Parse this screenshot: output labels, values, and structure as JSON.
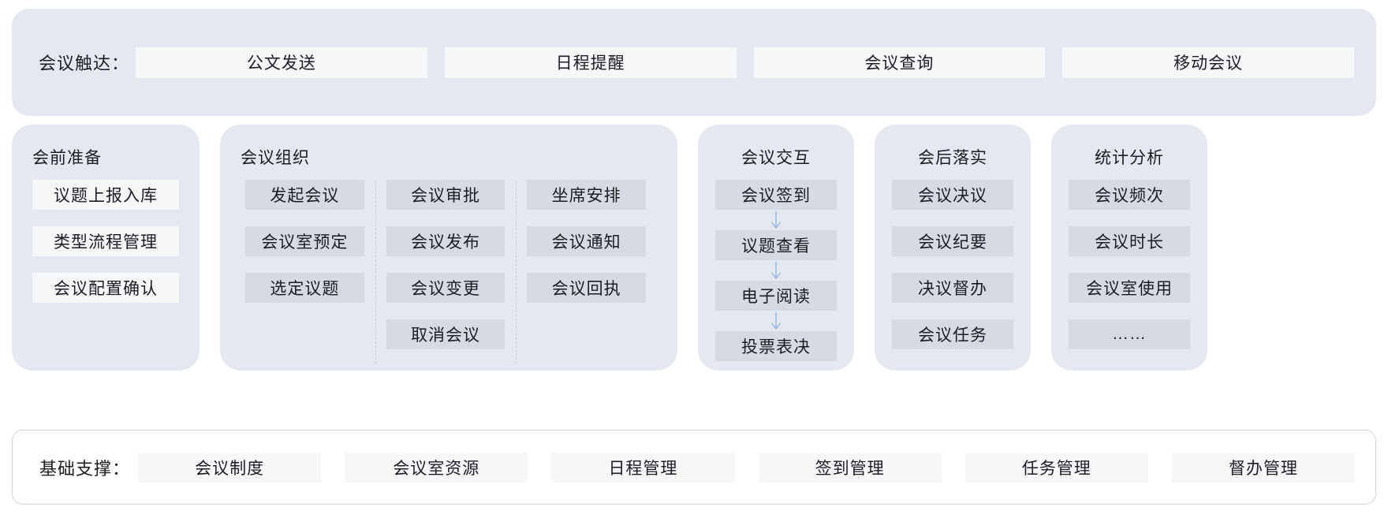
{
  "reach": {
    "label": "会议触达：",
    "items": [
      {
        "label": "公文发送"
      },
      {
        "label": "日程提醒"
      },
      {
        "label": "会议查询"
      },
      {
        "label": "移动会议"
      }
    ]
  },
  "panels": {
    "prep": {
      "title": "会前准备",
      "items": [
        {
          "label": "议题上报入库"
        },
        {
          "label": "类型流程管理"
        },
        {
          "label": "会议配置确认"
        }
      ]
    },
    "org": {
      "title": "会议组织",
      "columns": [
        {
          "items": [
            {
              "label": "发起会议"
            },
            {
              "label": "会议室预定"
            },
            {
              "label": "选定议题"
            }
          ]
        },
        {
          "items": [
            {
              "label": "会议审批"
            },
            {
              "label": "会议发布"
            },
            {
              "label": "会议变更"
            },
            {
              "label": "取消会议"
            }
          ]
        },
        {
          "items": [
            {
              "label": "坐席安排"
            },
            {
              "label": "会议通知"
            },
            {
              "label": "会议回执"
            }
          ]
        }
      ]
    },
    "interaction": {
      "title": "会议交互",
      "items": [
        {
          "label": "会议签到"
        },
        {
          "label": "议题查看"
        },
        {
          "label": "电子阅读"
        },
        {
          "label": "投票表决"
        }
      ]
    },
    "after": {
      "title": "会后落实",
      "items": [
        {
          "label": "会议决议"
        },
        {
          "label": "会议纪要"
        },
        {
          "label": "决议督办"
        },
        {
          "label": "会议任务"
        }
      ]
    },
    "stats": {
      "title": "统计分析",
      "items": [
        {
          "label": "会议频次"
        },
        {
          "label": "会议时长"
        },
        {
          "label": "会议室使用"
        },
        {
          "label": "……"
        }
      ]
    }
  },
  "support": {
    "label": "基础支撑：",
    "items": [
      {
        "label": "会议制度"
      },
      {
        "label": "会议室资源"
      },
      {
        "label": "日程管理"
      },
      {
        "label": "签到管理"
      },
      {
        "label": "任务管理"
      },
      {
        "label": "督办管理"
      }
    ]
  },
  "colors": {
    "panel_bg": "#e4e8f0",
    "chip_dark": "#d5dae3",
    "chip_pale": "#f6f7f9",
    "arrow": "#8cb6e0",
    "text": "#1b1d21",
    "support_border": "#d0d3d8"
  }
}
